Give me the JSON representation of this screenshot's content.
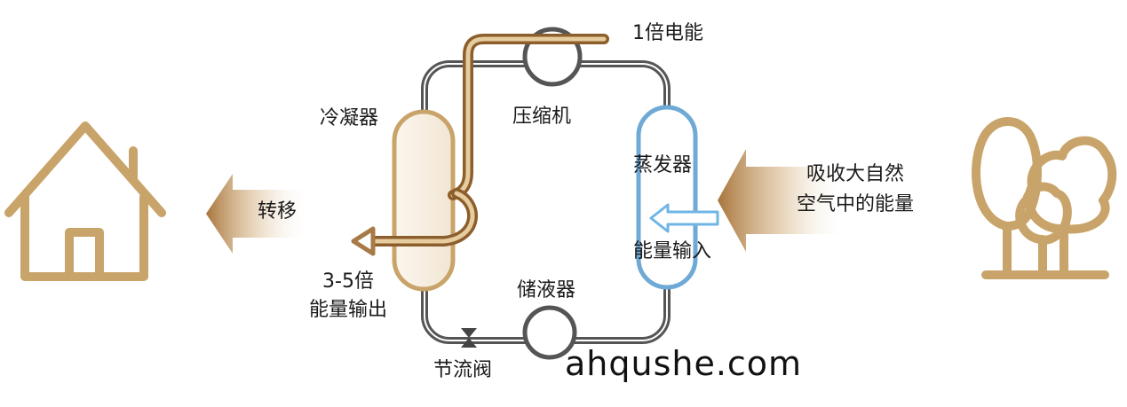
{
  "labels": {
    "electric_input": "1倍电能",
    "condenser": "冷凝器",
    "compressor": "压缩机",
    "evaporator": "蒸发器",
    "transfer": "转移",
    "absorb_line1": "吸收大自然",
    "absorb_line2": "空气中的能量",
    "energy_input": "能量输入",
    "output_line1": "3-5倍",
    "output_line2": "能量输出",
    "receiver": "储液器",
    "throttle": "节流阀"
  },
  "watermark": "ahqushe.com",
  "colors": {
    "gold": "#c9a46a",
    "copper": "#a87a45",
    "pipe": "#555555",
    "evaporator": "#6fa9d6",
    "arrow_blue": "#6fb6e6"
  },
  "icons": {
    "house": "house-icon",
    "trees": "trees-icon"
  }
}
